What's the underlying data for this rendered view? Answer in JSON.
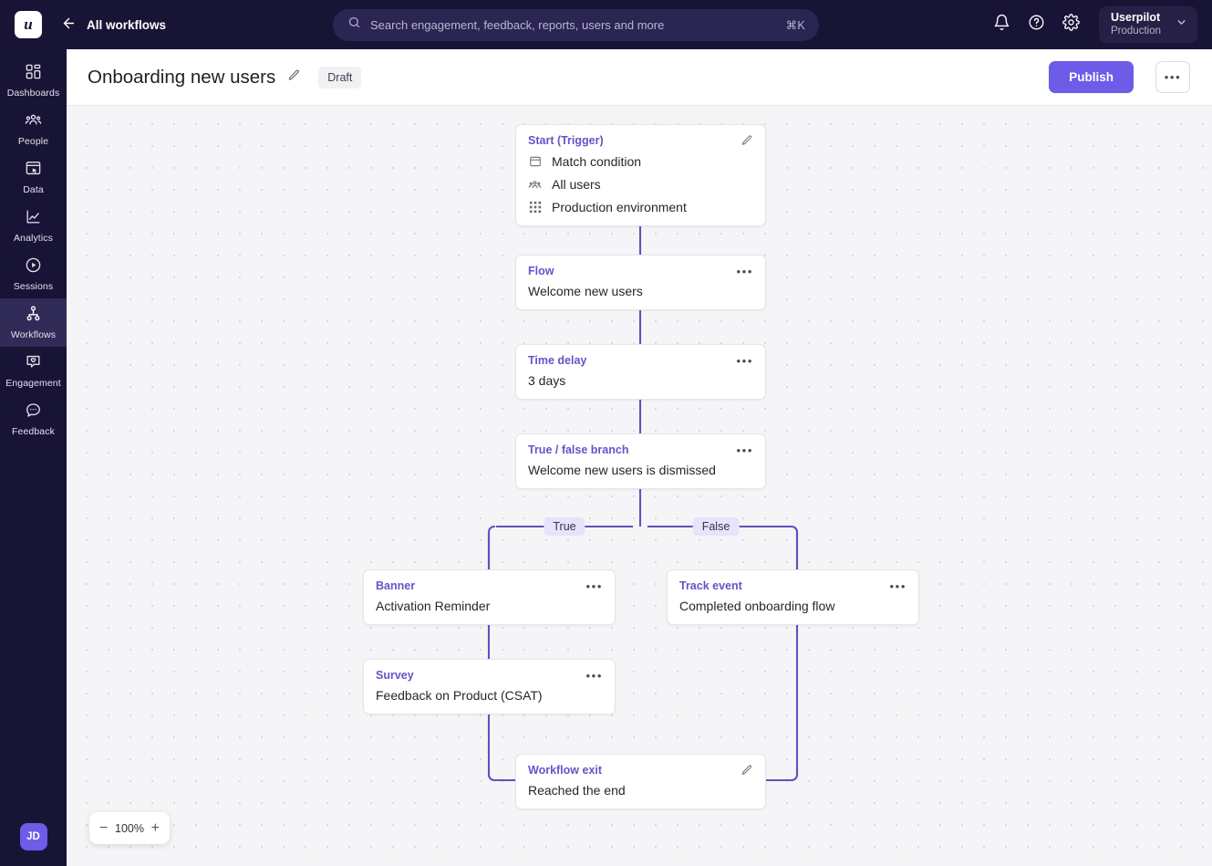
{
  "topbar": {
    "logo_letter": "u",
    "back_label": "All workflows",
    "search_placeholder": "Search engagement, feedback, reports, users and more",
    "search_shortcut": "⌘K",
    "workspace_name": "Userpilot",
    "workspace_env": "Production"
  },
  "sidebar": {
    "items": [
      {
        "label": "Dashboards",
        "icon": "dashboards-icon",
        "active": false
      },
      {
        "label": "People",
        "icon": "people-icon",
        "active": false
      },
      {
        "label": "Data",
        "icon": "data-icon",
        "active": false
      },
      {
        "label": "Analytics",
        "icon": "analytics-icon",
        "active": false
      },
      {
        "label": "Sessions",
        "icon": "sessions-icon",
        "active": false
      },
      {
        "label": "Workflows",
        "icon": "workflows-icon",
        "active": true
      },
      {
        "label": "Engagement",
        "icon": "engagement-icon",
        "active": false
      },
      {
        "label": "Feedback",
        "icon": "feedback-icon",
        "active": false
      }
    ],
    "avatar_initials": "JD"
  },
  "pagehead": {
    "title": "Onboarding new users",
    "status_badge": "Draft",
    "publish_label": "Publish",
    "more_label": "•••"
  },
  "canvas": {
    "zoom_level": "100%",
    "zoom_out_label": "−",
    "zoom_in_label": "+",
    "branch_labels": {
      "true": "True",
      "false": "False"
    },
    "accent_color": "#6156c8",
    "edge_color": "#5d53ba"
  },
  "nodes": {
    "start": {
      "type": "Start (Trigger)",
      "action_icon": "pencil-icon",
      "rows": [
        {
          "icon": "window-icon",
          "label": "Match condition"
        },
        {
          "icon": "users-icon",
          "label": "All users"
        },
        {
          "icon": "grid-dots-icon",
          "label": "Production environment"
        }
      ]
    },
    "flow": {
      "type": "Flow",
      "value": "Welcome new users",
      "action_icon": "more-icon"
    },
    "delay": {
      "type": "Time delay",
      "value": "3 days",
      "action_icon": "more-icon"
    },
    "branch": {
      "type": "True / false branch",
      "value": "Welcome new users is dismissed",
      "action_icon": "more-icon"
    },
    "banner": {
      "type": "Banner",
      "value": "Activation Reminder",
      "action_icon": "more-icon"
    },
    "survey": {
      "type": "Survey",
      "value": "Feedback on Product (CSAT)",
      "action_icon": "more-icon"
    },
    "track": {
      "type": "Track event",
      "value": "Completed onboarding flow",
      "action_icon": "more-icon"
    },
    "exit": {
      "type": "Workflow exit",
      "value": "Reached the end",
      "action_icon": "pencil-icon"
    }
  }
}
